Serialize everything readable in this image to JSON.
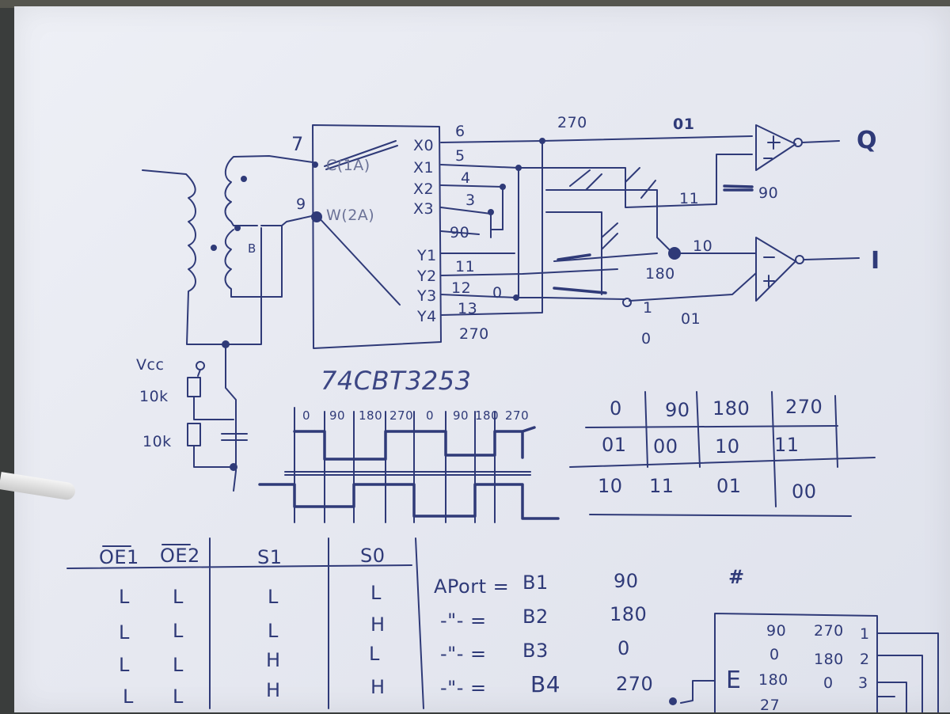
{
  "chip": {
    "part_number": "74CBT3253",
    "x_pins": [
      "X0",
      "X1",
      "X2",
      "X3"
    ],
    "y_pins": [
      "Y1",
      "Y2",
      "Y3",
      "Y4"
    ],
    "c_pin": "C(1A)",
    "w_pin": "W(2A)",
    "pin7": "7",
    "pin9": "9"
  },
  "transformer": {
    "b_label": "B"
  },
  "wire_labels": {
    "x0": "6",
    "x1": "5",
    "x2": "4",
    "x3": "3",
    "y1": "90",
    "y2": "11",
    "y3": "12",
    "y4": "13",
    "top_270": "270",
    "top_01": "01",
    "bottom_270": "270",
    "mid_0": "0",
    "phase_11": "11",
    "phase_90": "90",
    "phase_10": "10",
    "phase_180": "180",
    "bot_01": "01",
    "bot_1": "1",
    "bot_0": "0"
  },
  "outputs": {
    "q": "Q",
    "i": "I"
  },
  "power": {
    "vcc": "Vcc",
    "r1": "10k",
    "r2": "10k"
  },
  "timing_phases": [
    "0",
    "90",
    "180",
    "270",
    "0",
    "90",
    "180",
    "270"
  ],
  "phase_table": {
    "headers": [
      "0",
      "90",
      "180",
      "270"
    ],
    "row1": [
      "01",
      "00",
      "10",
      "11"
    ],
    "row2": [
      "10",
      "11",
      "01",
      "00"
    ]
  },
  "truth_table": {
    "headers": [
      "OE1",
      "OE2",
      "S1",
      "S0"
    ],
    "rows": [
      [
        "L",
        "L",
        "L",
        "L"
      ],
      [
        "L",
        "L",
        "L",
        "H"
      ],
      [
        "L",
        "L",
        "H",
        "L"
      ],
      [
        "L",
        "L",
        "H",
        "H"
      ]
    ]
  },
  "port_map": [
    {
      "lhs": "APort = ",
      "port": "B1",
      "angle": "90"
    },
    {
      "lhs": "-\"- = ",
      "port": "B2",
      "angle": "180"
    },
    {
      "lhs": "-\"- = ",
      "port": "B3",
      "angle": "0"
    },
    {
      "lhs": "-\"- = ",
      "port": "B4",
      "angle": "270"
    }
  ],
  "hash_mark": "#",
  "encoder": {
    "label": "E",
    "rows": [
      {
        "a": "90",
        "b": "270",
        "n": "1"
      },
      {
        "a": "0",
        "b": "180",
        "n": "2"
      },
      {
        "a": "180",
        "b": "0",
        "n": "3"
      },
      {
        "a": "27",
        "b": "",
        "n": ""
      }
    ]
  }
}
